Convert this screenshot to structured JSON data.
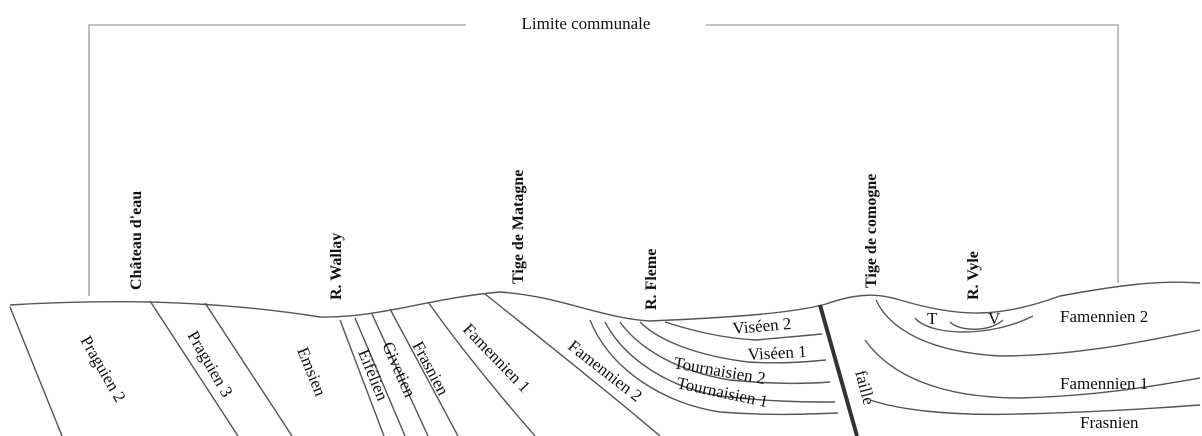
{
  "boundary": {
    "label": "Limite communale"
  },
  "landmarks": [
    {
      "id": "chateau",
      "label": "Château d'eau"
    },
    {
      "id": "wallay",
      "label": "R. Wallay"
    },
    {
      "id": "matagne",
      "label": "Tige de Matagne"
    },
    {
      "id": "fleme",
      "label": "R. Fleme"
    },
    {
      "id": "comogne",
      "label": "Tige de comogne"
    },
    {
      "id": "vyle",
      "label": "R. Vyle"
    }
  ],
  "formations_left": [
    "Praguien 2",
    "Praguien 3",
    "Emsien",
    "Eifélien",
    "Givetien",
    "Frasnien",
    "Famennien 1",
    "Famennien 2"
  ],
  "formations_syncline": [
    "Viséen 2",
    "Viséen 1",
    "Tournaisien 2",
    "Tournaisien 1"
  ],
  "fault": {
    "label": "faille"
  },
  "syncline_small": [
    "T",
    "V"
  ],
  "formations_right": [
    "Famennien 2",
    "Famennien 1",
    "Frasnien"
  ],
  "colors": {
    "lines": "#555555",
    "fault": "#333333",
    "text": "#111111"
  }
}
